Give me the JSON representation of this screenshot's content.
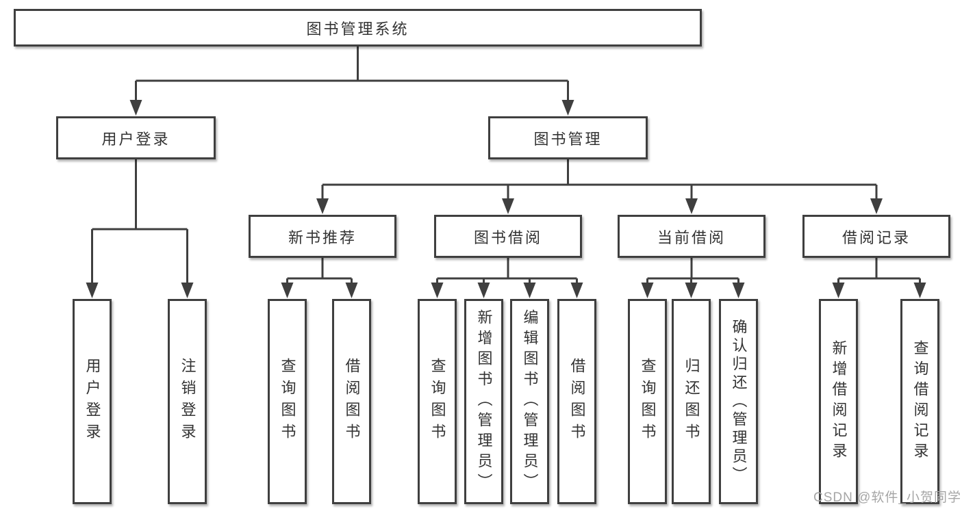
{
  "diagram": {
    "root": {
      "label": "图书管理系统"
    },
    "level2": [
      {
        "id": "user-login",
        "label": "用户登录"
      },
      {
        "id": "book-management",
        "label": "图书管理"
      }
    ],
    "level3": [
      {
        "id": "new-book-recommend",
        "label": "新书推荐",
        "parent": "图书管理"
      },
      {
        "id": "book-borrow",
        "label": "图书借阅",
        "parent": "图书管理"
      },
      {
        "id": "current-borrow",
        "label": "当前借阅",
        "parent": "图书管理"
      },
      {
        "id": "borrow-records",
        "label": "借阅记录",
        "parent": "图书管理"
      }
    ],
    "leaves": [
      {
        "id": "user-login-leaf",
        "label": "用户登录",
        "parent": "用户登录"
      },
      {
        "id": "logout-leaf",
        "label": "注销登录",
        "parent": "用户登录"
      },
      {
        "id": "query-books-recommend",
        "label": "查询图书",
        "parent": "新书推荐"
      },
      {
        "id": "borrow-books-recommend",
        "label": "借阅图书",
        "parent": "新书推荐"
      },
      {
        "id": "query-books-borrow",
        "label": "查询图书",
        "parent": "图书借阅"
      },
      {
        "id": "add-books-admin",
        "label": "新增图书（管理员）",
        "parent": "图书借阅"
      },
      {
        "id": "edit-books-admin",
        "label": "编辑图书（管理员）",
        "parent": "图书借阅"
      },
      {
        "id": "borrow-books-borrow",
        "label": "借阅图书",
        "parent": "图书借阅"
      },
      {
        "id": "query-books-current",
        "label": "查询图书",
        "parent": "当前借阅"
      },
      {
        "id": "return-books",
        "label": "归还图书",
        "parent": "当前借阅"
      },
      {
        "id": "confirm-return-admin",
        "label": "确认归还（管理员）",
        "parent": "当前借阅"
      },
      {
        "id": "add-borrow-record",
        "label": "新增借阅记录",
        "parent": "借阅记录"
      },
      {
        "id": "query-borrow-record",
        "label": "查询借阅记录",
        "parent": "借阅记录"
      }
    ]
  },
  "watermark": {
    "text": "CSDN @软件_小贺同学"
  },
  "colors": {
    "line": "#3f3f3f",
    "border": "#3f3f3f",
    "text": "#333333",
    "watermark": "#a6a6a6",
    "background": "#ffffff"
  }
}
